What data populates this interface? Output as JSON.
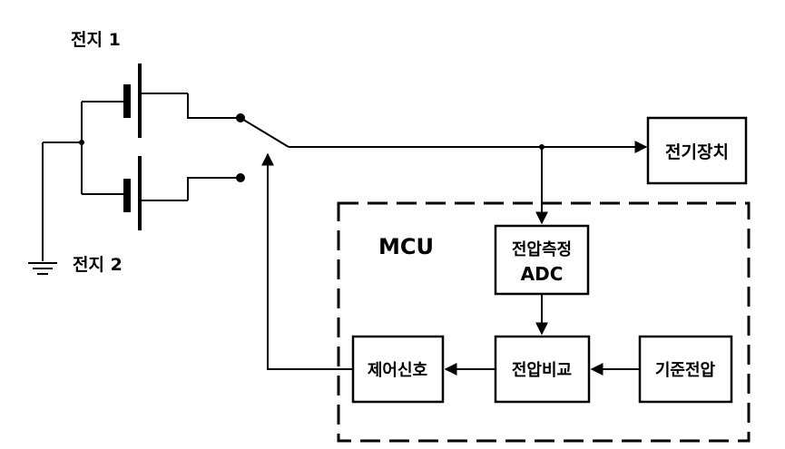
{
  "battery1_label": "전지 1",
  "battery2_label": "전지 2",
  "device_label": "전기장치",
  "mcu_label": "MCU",
  "adc_line1": "전압측정",
  "adc_line2": "ADC",
  "compare_label": "전압비교",
  "reference_label": "기준전압",
  "control_label": "제어신호"
}
